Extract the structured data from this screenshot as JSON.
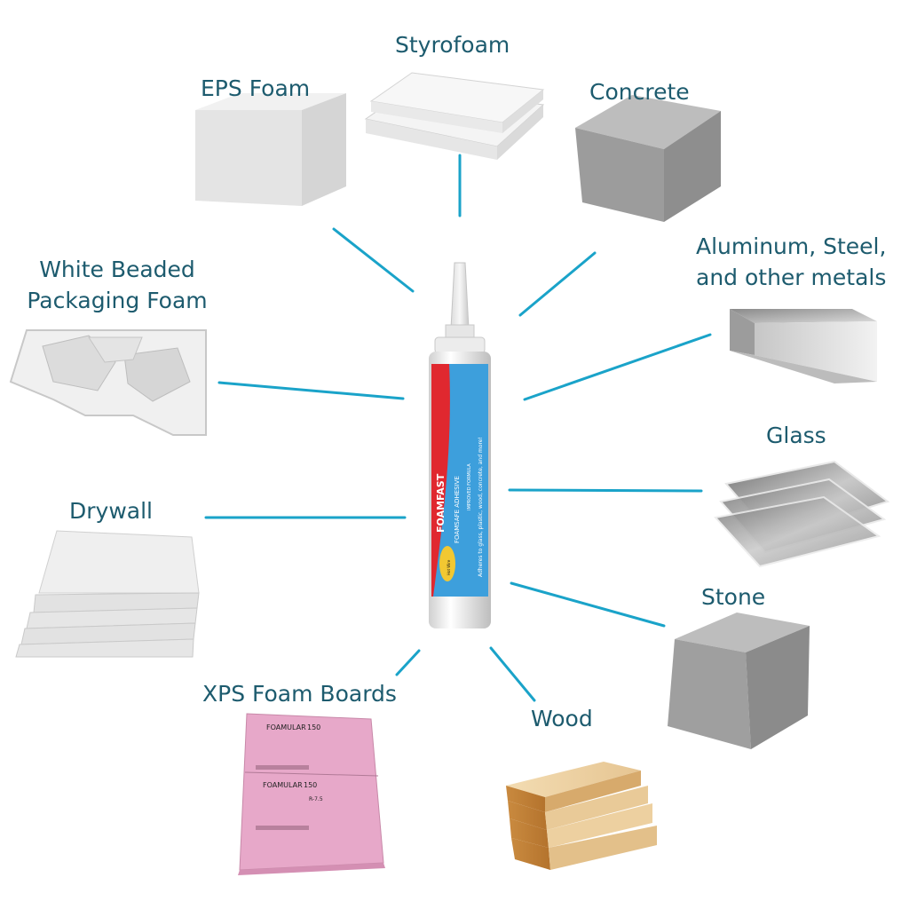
{
  "product": {
    "brand": "FOAMFAST",
    "name": "FOAMSAFE ADHESIVE",
    "tagline": "Adheres to glass, plastic, wood, concrete, and more!",
    "formula": "IMPROVED FORMULA",
    "badge": "Hot Wire"
  },
  "materials": {
    "eps_foam": "EPS Foam",
    "styrofoam": "Styrofoam",
    "concrete": "Concrete",
    "metals_line1": "Aluminum, Steel,",
    "metals_line2": "and other metals",
    "packaging_line1": "White Beaded",
    "packaging_line2": "Packaging Foam",
    "glass": "Glass",
    "drywall": "Drywall",
    "stone": "Stone",
    "xps": "XPS Foam Boards",
    "wood": "Wood"
  },
  "xps_board": {
    "brand": "FOAMULAR",
    "grade": "150",
    "r_value": "R-7.5"
  },
  "colors": {
    "label_text": "#1d5b6e",
    "connector": "#1aa3c9",
    "tube_blue": "#3d9fdc",
    "tube_red": "#e0282f",
    "xps_pink": "#e7a8c9"
  }
}
